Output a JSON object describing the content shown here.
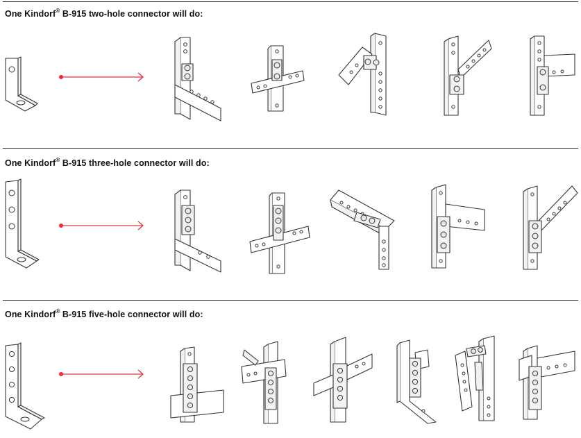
{
  "sections": [
    {
      "brand": "One Kindorf",
      "trademark": "®",
      "text": " B-915 two-hole connector will do:",
      "connector": "two-hole",
      "assemblies": 5
    },
    {
      "brand": "One Kindorf",
      "trademark": "®",
      "text": " B-915 three-hole connector will do:",
      "connector": "three-hole",
      "assemblies": 5
    },
    {
      "brand": "One Kindorf",
      "trademark": "®",
      "text": " B-915 five-hole connector will do:",
      "connector": "five-hole",
      "assemblies": 6
    }
  ],
  "accent_color": "#e0303a"
}
